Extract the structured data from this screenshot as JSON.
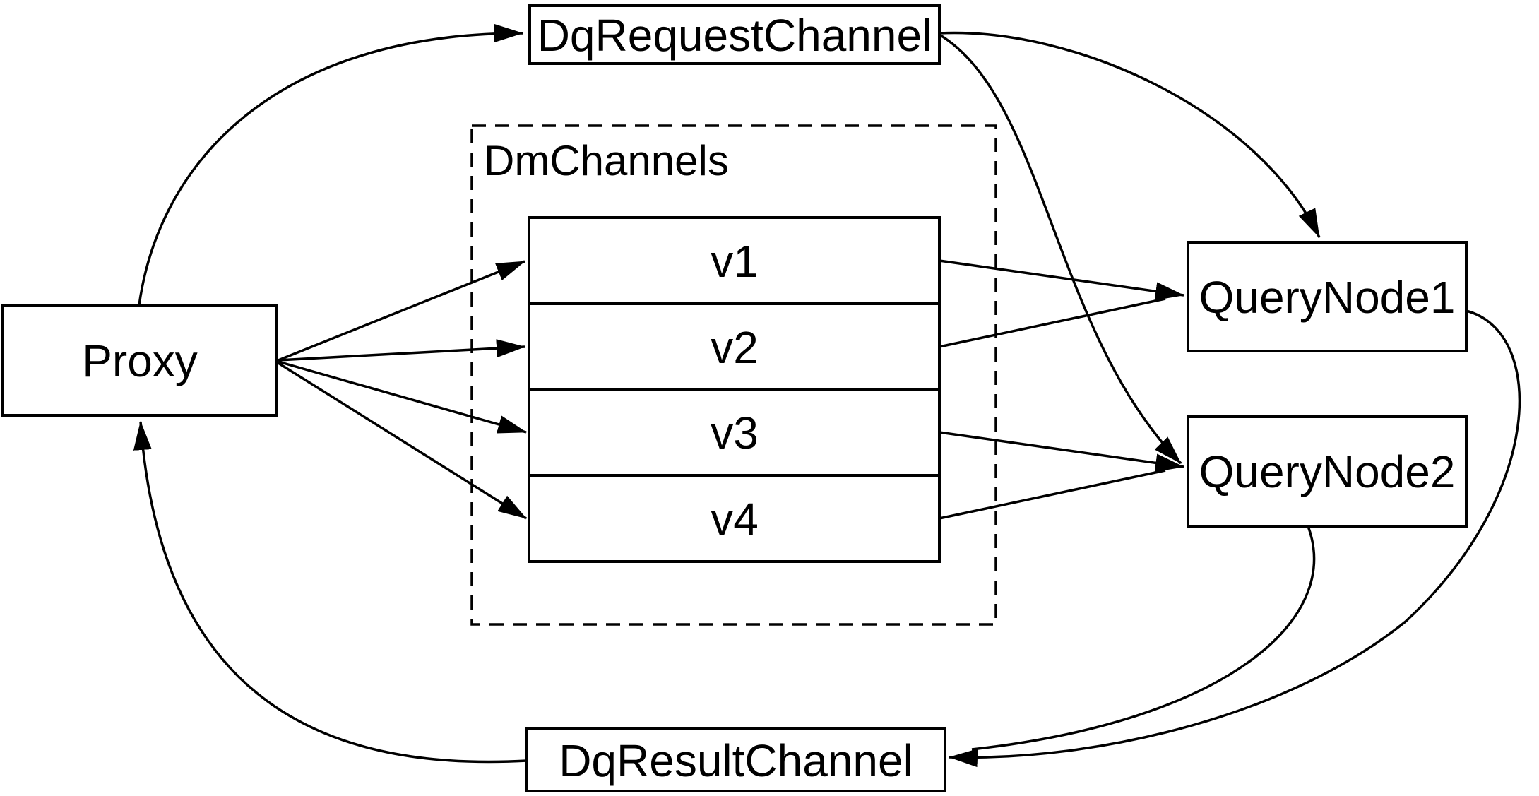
{
  "diagram": {
    "nodes": {
      "dq_request_channel": {
        "label": "DqRequestChannel"
      },
      "dm_channels_group": {
        "label": "DmChannels"
      },
      "proxy": {
        "label": "Proxy"
      },
      "query_node_1": {
        "label": "QueryNode1"
      },
      "query_node_2": {
        "label": "QueryNode2"
      },
      "dq_result_channel": {
        "label": "DqResultChannel"
      }
    },
    "channels": [
      {
        "label": "v1"
      },
      {
        "label": "v2"
      },
      {
        "label": "v3"
      },
      {
        "label": "v4"
      }
    ],
    "edges": [
      {
        "from": "Proxy",
        "to": "DqRequestChannel"
      },
      {
        "from": "DqRequestChannel",
        "to": "QueryNode1"
      },
      {
        "from": "DqRequestChannel",
        "to": "QueryNode2"
      },
      {
        "from": "Proxy",
        "to": "v1"
      },
      {
        "from": "Proxy",
        "to": "v2"
      },
      {
        "from": "Proxy",
        "to": "v3"
      },
      {
        "from": "Proxy",
        "to": "v4"
      },
      {
        "from": "v1",
        "to": "QueryNode1"
      },
      {
        "from": "v2",
        "to": "QueryNode1"
      },
      {
        "from": "v3",
        "to": "QueryNode2"
      },
      {
        "from": "v4",
        "to": "QueryNode2"
      },
      {
        "from": "QueryNode1",
        "to": "DqResultChannel"
      },
      {
        "from": "QueryNode2",
        "to": "DqResultChannel"
      },
      {
        "from": "DqResultChannel",
        "to": "Proxy"
      }
    ],
    "colors": {
      "stroke": "#000000",
      "text": "#000000",
      "background": "#ffffff"
    }
  }
}
